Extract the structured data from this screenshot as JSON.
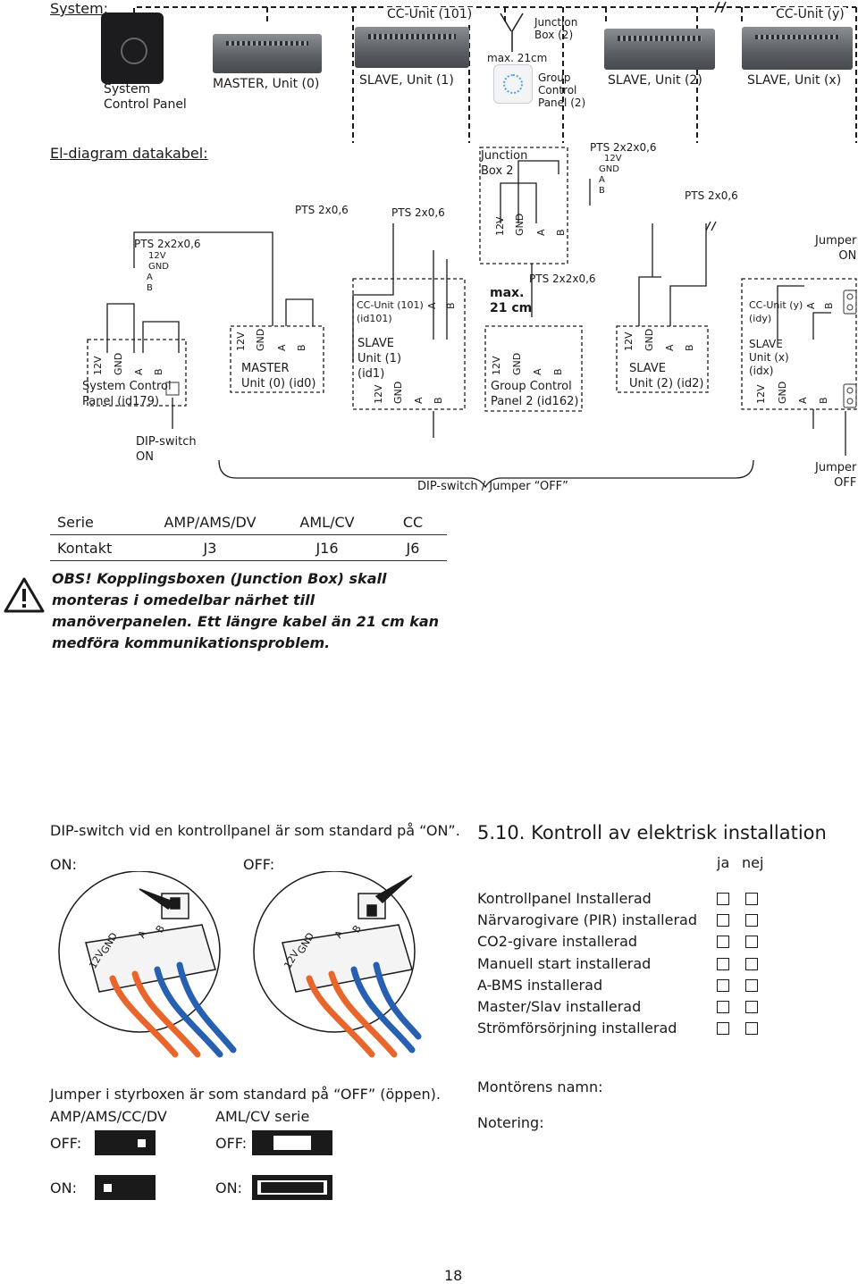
{
  "system": {
    "title": "System:",
    "control_panel": "System\nControl Panel",
    "master": "MASTER, Unit (0)",
    "slave1": "SLAVE, Unit (1)",
    "cc_unit_101": "CC-Unit (101)",
    "junction_box": "Junction\nBox (2)",
    "max_cm": "max. 21cm",
    "group_panel": "Group\nControl\nPanel (2)",
    "slave2": "SLAVE, Unit (2)",
    "slavex": "SLAVE, Unit (x)",
    "cc_unit_y": "CC-Unit (y)"
  },
  "eldiagram": {
    "title": "El-diagram datakabel:",
    "pts_4pair": "PTS 2x2x0,6",
    "pts_2": "PTS 2x0,6",
    "w12v": "12V",
    "wgnd": "GND",
    "wa": "A",
    "wb": "B",
    "system_panel": "System Control\nPanel (id179)",
    "master": "MASTER\nUnit (0) (id0)",
    "cc101": "CC-Unit (101)\n(id101)",
    "slave1": "SLAVE\nUnit (1)\n(id1)",
    "junction": "Junction\nBox 2",
    "max": "max.\n21 cm",
    "group": "Group Control\nPanel 2 (id162)",
    "slave2": "SLAVE\nUnit (2) (id2)",
    "ccy": "CC-Unit (y)\n(idy)",
    "slavex": "SLAVE\nUnit (x)\n(idx)",
    "jumper_on": "Jumper\nON",
    "jumper_off": "Jumper\nOFF",
    "dip_on": "DIP-switch\nON",
    "dip_jumper_off": "DIP-switch / Jumper “OFF”"
  },
  "series_table": {
    "rows": [
      [
        "Serie",
        "AMP/AMS/DV",
        "AML/CV",
        "CC"
      ],
      [
        "Kontakt",
        "J3",
        "J16",
        "J6"
      ]
    ]
  },
  "warning": {
    "icon": "warning-triangle-icon",
    "text": "OBS! Kopplingsboxen (Junction Box) skall monteras i omedelbar närhet till manöverpanelen. Ett längre kabel än 21 cm kan medföra kommunikationsproblem."
  },
  "dip_section": {
    "intro": "DIP-switch vid en kontrollpanel är som standard på “ON”.",
    "on": "ON:",
    "off": "OFF:",
    "wire_labels": [
      "12V",
      "GND",
      "A",
      "B"
    ]
  },
  "checklist": {
    "heading": "5.10.  Kontroll av elektrisk installation",
    "col_yes": "ja",
    "col_no": "nej",
    "items": [
      "Kontrollpanel Installerad",
      "Närvarogivare (PIR) installerad",
      "CO2-givare installerad",
      "Manuell start installerad",
      "A-BMS installerad",
      "Master/Slav installerad",
      "Strömförsörjning installerad"
    ]
  },
  "jumper_section": {
    "intro": "Jumper i styrboxen är som standard på “OFF” (öppen).",
    "col1": "AMP/AMS/CC/DV",
    "col2": "AML/CV serie",
    "off": "OFF:",
    "on": "ON:"
  },
  "footer_fields": {
    "installer": "Montörens namn:",
    "note": "Notering:"
  },
  "page_number": "18"
}
